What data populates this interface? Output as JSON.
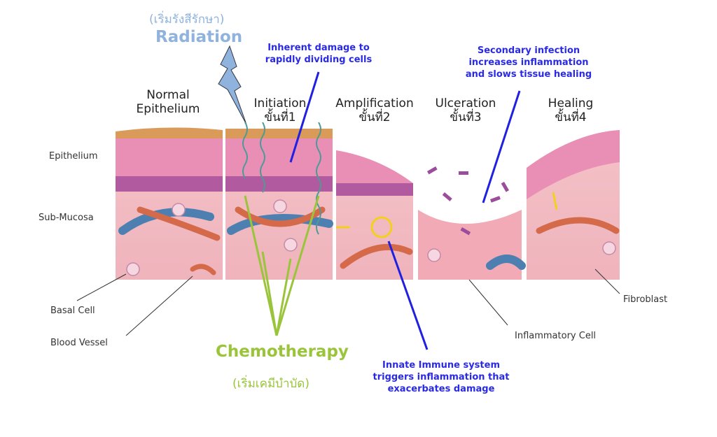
{
  "radiation": {
    "thai": "(เริ่มรังสีรักษา)",
    "label": "Radiation"
  },
  "chemotherapy": {
    "label": "Chemotherapy",
    "thai": "(เริ่มเคมีบำบัด)"
  },
  "stages": [
    {
      "title": "Normal",
      "title2": "Epithelium"
    },
    {
      "title": "Initiation",
      "thai": "ขั้นที่1"
    },
    {
      "title": "Amplification",
      "thai": "ขั้นที่2"
    },
    {
      "title": "Ulceration",
      "thai": "ขั้นที่3"
    },
    {
      "title": "Healing",
      "thai": "ขั้นที่4"
    }
  ],
  "annotations": {
    "inherent": [
      "Inherent damage to",
      "rapidly dividing cells"
    ],
    "secondary": [
      "Secondary infection",
      "increases inflammation",
      "and slows tissue healing"
    ],
    "innate": [
      "Innate Immune system",
      "triggers inflammation that",
      "exacerbates damage"
    ]
  },
  "labels": {
    "epithelium": "Epithelium",
    "submucosa": "Sub-Mucosa",
    "basal_cell": "Basal Cell",
    "blood_vessel": "Blood Vessel",
    "inflammatory_cell": "Inflammatory Cell",
    "fibroblast": "Fibroblast"
  },
  "colors": {
    "annotation": "#2a2ae6",
    "chemo": "#9ac43a",
    "radiation": "#8fb3dc"
  }
}
